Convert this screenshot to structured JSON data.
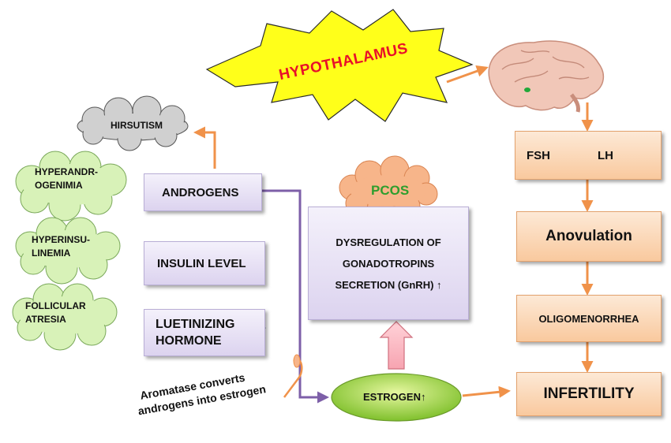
{
  "nodes": {
    "hypothalamus": "HYPOTHALAMUS",
    "hirsutism": "HIRSUTISM",
    "hyperandrogenimia_line1": "HYPERANDR-",
    "hyperandrogenimia_line2": "OGENIMIA",
    "hyperinsulinemia_line1": "HYPERINSU-",
    "hyperinsulinemia_line2": "LINEMIA",
    "follicular_line1": "FOLLICULAR",
    "follicular_line2": "ATRESIA",
    "androgens": "ANDROGENS",
    "insulin_level": "INSULIN LEVEL",
    "lh_line1": "LUETINIZING",
    "lh_line2": "HORMONE",
    "pcos": "PCOS",
    "dysreg_line1": "DYSREGULATION OF",
    "dysreg_line2": "GONADOTROPINS",
    "dysreg_line3": "SECRETION (GnRH) ↑",
    "estrogen": "ESTROGEN↑",
    "aromatase_line1": "Aromatase converts",
    "aromatase_line2": "androgens into estrogen",
    "fsh": "FSH",
    "lh": "LH",
    "anovulation": "Anovulation",
    "oligomenorrhea": "OLIGOMENORRHEA",
    "infertility": "INFERTILITY"
  },
  "colors": {
    "hypothalamus_text": "#e8102a",
    "starburst_fill": "#ffff1a",
    "pcos_text": "#2e9e2e",
    "cloud_green": "#d8f2b8",
    "cloud_gray": "#d0d0d0",
    "cloud_orange": "#f7b58a",
    "arrow_orange": "#f0924a",
    "arrow_purple": "#7d5fa8",
    "up_arrow_blue": "#2f5b8c",
    "down_arrow_red": "#b02b2b"
  },
  "icons": [
    "brain-icon",
    "up-arrow-icon",
    "down-arrow-icon"
  ]
}
